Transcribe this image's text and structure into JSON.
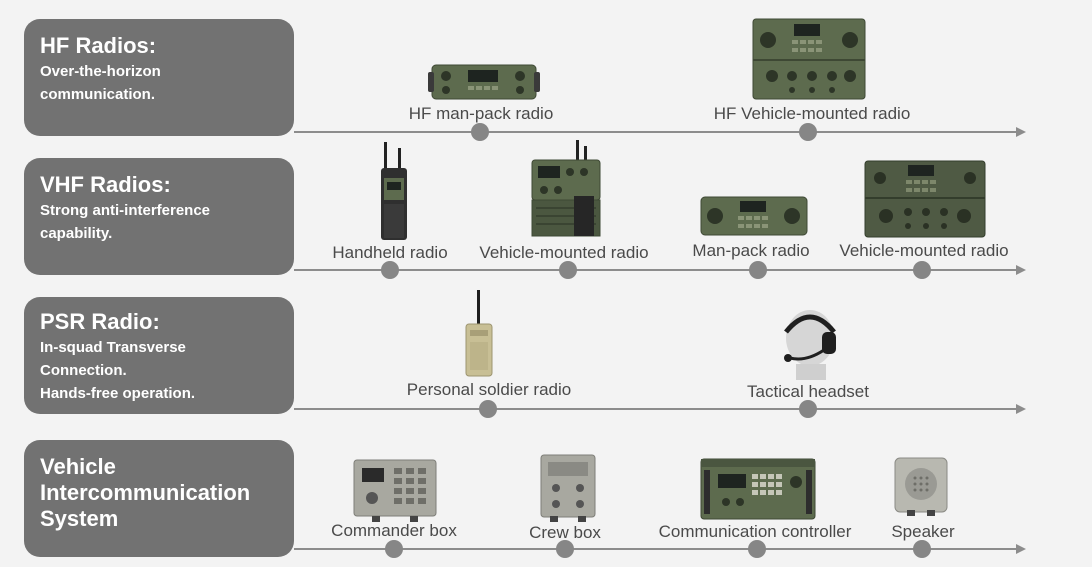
{
  "sections": [
    {
      "title": "HF Radios:",
      "subtitle_lines": [
        "Over-the-horizon",
        "communication."
      ],
      "items": [
        {
          "label": "HF man-pack radio",
          "icon": "hf-manpack-radio-icon"
        },
        {
          "label": "HF Vehicle-mounted radio",
          "icon": "hf-vehicle-radio-icon"
        }
      ]
    },
    {
      "title": "VHF Radios:",
      "subtitle_lines": [
        "Strong anti-interference",
        "capability."
      ],
      "items": [
        {
          "label": "Handheld radio",
          "icon": "handheld-radio-icon"
        },
        {
          "label": "Vehicle-mounted radio",
          "icon": "vhf-vehicle-radio-icon"
        },
        {
          "label": "Man-pack radio",
          "icon": "vhf-manpack-radio-icon"
        },
        {
          "label": "Vehicle-mounted radio",
          "icon": "vhf-vehicle-radio-large-icon"
        }
      ]
    },
    {
      "title": "PSR Radio:",
      "subtitle_lines": [
        "In-squad Transverse",
        "Connection.",
        "Hands-free operation."
      ],
      "items": [
        {
          "label": "Personal soldier radio",
          "icon": "personal-soldier-radio-icon"
        },
        {
          "label": "Tactical headset",
          "icon": "tactical-headset-icon"
        }
      ]
    },
    {
      "title_lines": [
        "Vehicle",
        "Intercommunication",
        "System"
      ],
      "items": [
        {
          "label": "Commander box",
          "icon": "commander-box-icon"
        },
        {
          "label": "Crew box",
          "icon": "crew-box-icon"
        },
        {
          "label": "Communication controller",
          "icon": "communication-controller-icon"
        },
        {
          "label": "Speaker",
          "icon": "speaker-icon"
        }
      ]
    }
  ],
  "colors": {
    "label_box": "#727272",
    "timeline": "#8c8c8c",
    "device_green": "#5d6b4e",
    "device_khaki": "#c8bf95",
    "device_gray": "#a8a8a0"
  }
}
